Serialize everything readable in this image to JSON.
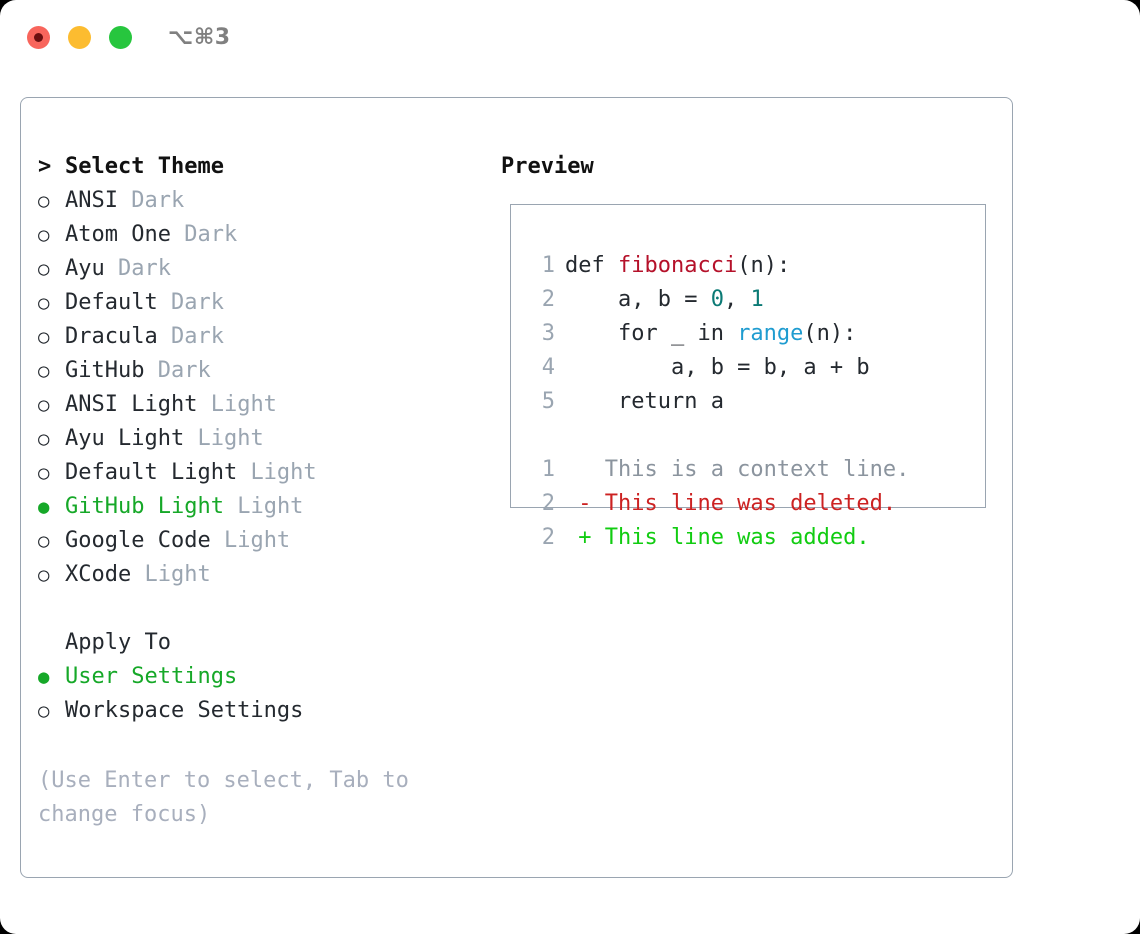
{
  "window": {
    "shortcut": "⌥⌘3",
    "traffic_lights": [
      {
        "name": "close-button",
        "color": "#f8655c"
      },
      {
        "name": "minimize-button",
        "color": "#fcbc30"
      },
      {
        "name": "maximize-button",
        "color": "#27c63e"
      }
    ]
  },
  "theme_picker": {
    "header_marker": ">",
    "header_label": "Select Theme",
    "marker_unselected": "○",
    "marker_selected": "●",
    "items": [
      {
        "label": "ANSI",
        "tag": "Dark",
        "selected": false
      },
      {
        "label": "Atom One",
        "tag": "Dark",
        "selected": false
      },
      {
        "label": "Ayu",
        "tag": "Dark",
        "selected": false
      },
      {
        "label": "Default",
        "tag": "Dark",
        "selected": false
      },
      {
        "label": "Dracula",
        "tag": "Dark",
        "selected": false
      },
      {
        "label": "GitHub",
        "tag": "Dark",
        "selected": false
      },
      {
        "label": "ANSI Light",
        "tag": "Light",
        "selected": false
      },
      {
        "label": "Ayu Light",
        "tag": "Light",
        "selected": false
      },
      {
        "label": "Default Light",
        "tag": "Light",
        "selected": false
      },
      {
        "label": "GitHub Light",
        "tag": "Light",
        "selected": true
      },
      {
        "label": "Google Code",
        "tag": "Light",
        "selected": false
      },
      {
        "label": "XCode",
        "tag": "Light",
        "selected": false
      }
    ]
  },
  "apply_to": {
    "header_label": "Apply To",
    "items": [
      {
        "label": "User Settings",
        "selected": true
      },
      {
        "label": "Workspace Settings",
        "selected": false
      }
    ]
  },
  "hint": "(Use Enter to select, Tab to change focus)",
  "preview": {
    "title": "Preview",
    "code_lines": [
      {
        "number": "1",
        "segments": [
          {
            "text": "def ",
            "kind": "plain"
          },
          {
            "text": "fibonacci",
            "kind": "fn"
          },
          {
            "text": "(n):",
            "kind": "plain"
          }
        ]
      },
      {
        "number": "2",
        "segments": [
          {
            "text": "    a, b = ",
            "kind": "plain"
          },
          {
            "text": "0",
            "kind": "num"
          },
          {
            "text": ", ",
            "kind": "plain"
          },
          {
            "text": "1",
            "kind": "num"
          }
        ]
      },
      {
        "number": "3",
        "segments": [
          {
            "text": "    for _ in ",
            "kind": "plain"
          },
          {
            "text": "range",
            "kind": "call"
          },
          {
            "text": "(n):",
            "kind": "plain"
          }
        ]
      },
      {
        "number": "4",
        "segments": [
          {
            "text": "        a, b = b, a + b",
            "kind": "plain"
          }
        ]
      },
      {
        "number": "5",
        "segments": [
          {
            "text": "    return a",
            "kind": "plain"
          }
        ]
      }
    ],
    "diff_lines": [
      {
        "number": "1",
        "sign": " ",
        "text": "This is a context line.",
        "kind": "ctx"
      },
      {
        "number": "2",
        "sign": "-",
        "text": "This line was deleted.",
        "kind": "del"
      },
      {
        "number": "2",
        "sign": "+",
        "text": "This line was added.",
        "kind": "add"
      }
    ]
  },
  "colors": {
    "accent_green": "#16a828",
    "muted": "#9aa5b1",
    "hint": "#a8afbd",
    "fn": "#b5112a",
    "num": "#0b7a75",
    "call": "#1f9cd0",
    "diff_del": "#cc2222",
    "diff_add": "#11cc11"
  }
}
